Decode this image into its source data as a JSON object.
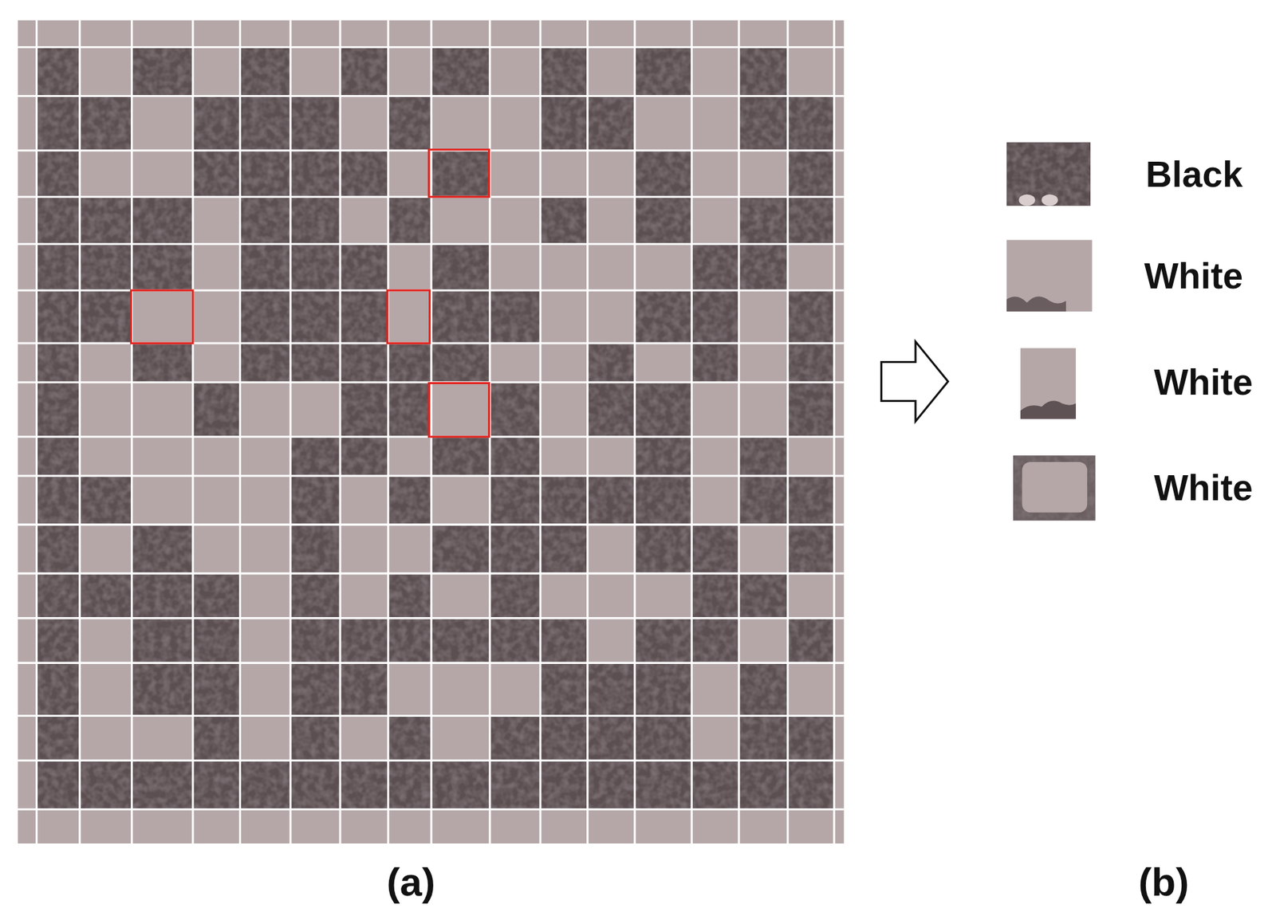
{
  "diagram": {
    "labels": [
      "Black",
      "White",
      "White",
      "White",
      "(a)",
      "(b)"
    ]
  }
}
